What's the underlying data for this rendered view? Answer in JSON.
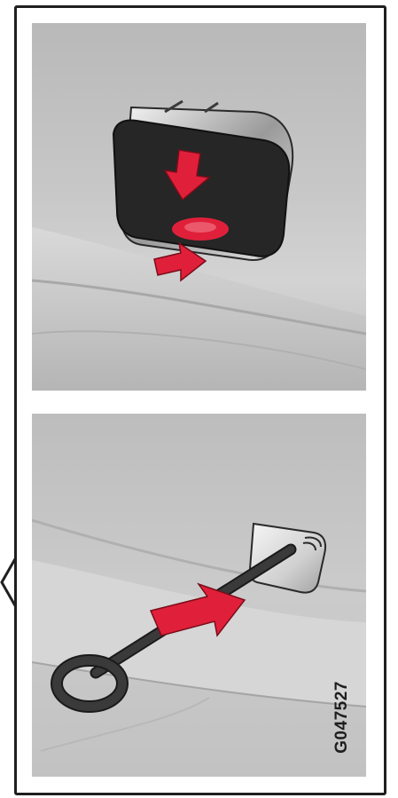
{
  "figure_code": "G047527",
  "colors": {
    "arrow": "#e0203a",
    "cover": "#262626",
    "tow_eye": "#2b2b2b",
    "frame": "#1f1f1f",
    "panel_background": "#c9c9c9"
  },
  "panels": [
    {
      "name": "remove-cover-step",
      "icons": [
        "press-down-arrow-icon",
        "push-arrow-icon",
        "release-button-icon"
      ]
    },
    {
      "name": "install-tow-eye-step",
      "icons": [
        "insert-arrow-icon",
        "towing-eye-icon"
      ]
    }
  ]
}
